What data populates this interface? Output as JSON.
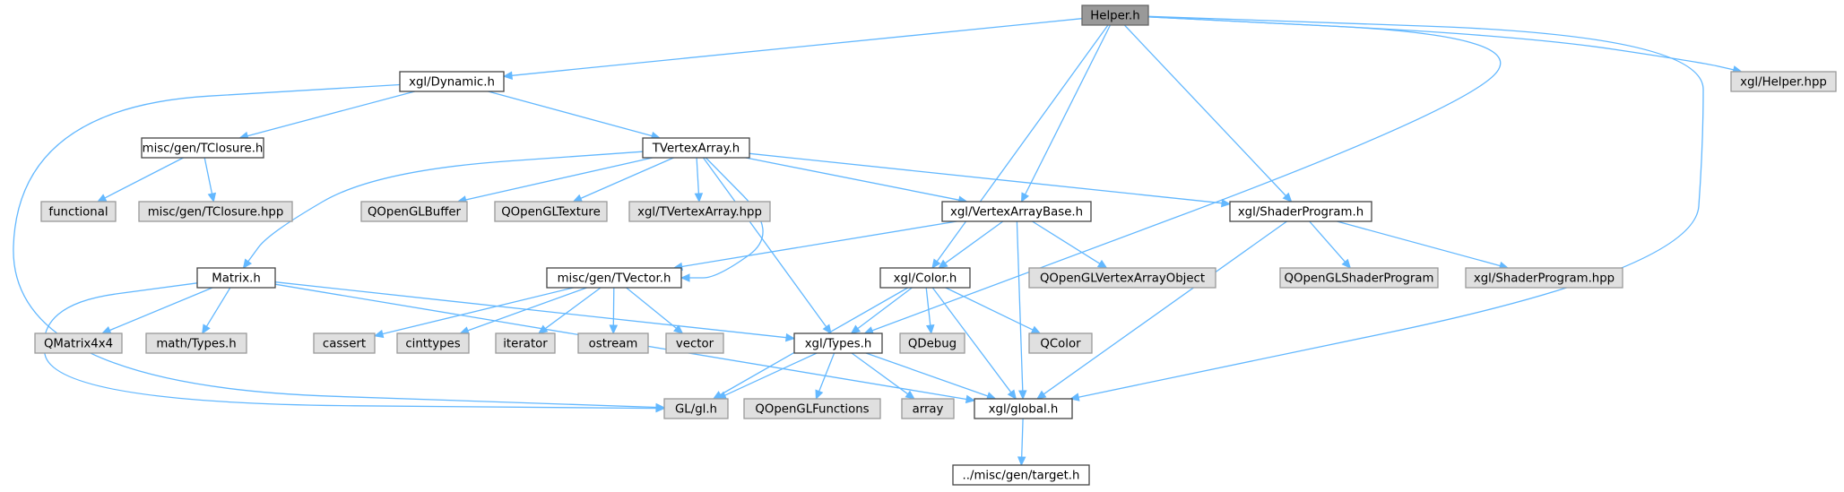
{
  "graph": {
    "accent_color": "#63b8ff",
    "root_fill": "#999999",
    "internal_fill": "#ffffff",
    "external_fill": "#e0e0e0",
    "nodes": [
      {
        "id": "helper",
        "label": "Helper.h",
        "kind": "root"
      },
      {
        "id": "dynamic",
        "label": "xgl/Dynamic.h",
        "kind": "internal"
      },
      {
        "id": "helperhpp",
        "label": "xgl/Helper.hpp",
        "kind": "external"
      },
      {
        "id": "tclosure",
        "label": "misc/gen/TClosure.h",
        "kind": "internal"
      },
      {
        "id": "tvertexarray",
        "label": "TVertexArray.h",
        "kind": "internal"
      },
      {
        "id": "functional",
        "label": "functional",
        "kind": "external"
      },
      {
        "id": "tclosurehpp",
        "label": "misc/gen/TClosure.hpp",
        "kind": "external"
      },
      {
        "id": "qoglbuffer",
        "label": "QOpenGLBuffer",
        "kind": "external"
      },
      {
        "id": "qogltexture",
        "label": "QOpenGLTexture",
        "kind": "external"
      },
      {
        "id": "tvertexarrayhpp",
        "label": "xgl/TVertexArray.hpp",
        "kind": "external"
      },
      {
        "id": "vertexarraybase",
        "label": "xgl/VertexArrayBase.h",
        "kind": "internal"
      },
      {
        "id": "shaderprogram",
        "label": "xgl/ShaderProgram.h",
        "kind": "internal"
      },
      {
        "id": "matrix",
        "label": "Matrix.h",
        "kind": "internal"
      },
      {
        "id": "tvector",
        "label": "misc/gen/TVector.h",
        "kind": "internal"
      },
      {
        "id": "color",
        "label": "xgl/Color.h",
        "kind": "internal"
      },
      {
        "id": "qoglvao",
        "label": "QOpenGLVertexArrayObject",
        "kind": "external"
      },
      {
        "id": "qoglshaderprogram",
        "label": "QOpenGLShaderProgram",
        "kind": "external"
      },
      {
        "id": "shaderprogramhpp",
        "label": "xgl/ShaderProgram.hpp",
        "kind": "external"
      },
      {
        "id": "qmatrix4x4",
        "label": "QMatrix4x4",
        "kind": "external"
      },
      {
        "id": "mathtypes",
        "label": "math/Types.h",
        "kind": "external"
      },
      {
        "id": "cassert",
        "label": "cassert",
        "kind": "external"
      },
      {
        "id": "cinttypes",
        "label": "cinttypes",
        "kind": "external"
      },
      {
        "id": "iterator",
        "label": "iterator",
        "kind": "external"
      },
      {
        "id": "ostream",
        "label": "ostream",
        "kind": "external"
      },
      {
        "id": "vector",
        "label": "vector",
        "kind": "external"
      },
      {
        "id": "types",
        "label": "xgl/Types.h",
        "kind": "internal"
      },
      {
        "id": "qdebug",
        "label": "QDebug",
        "kind": "external"
      },
      {
        "id": "qcolor",
        "label": "QColor",
        "kind": "external"
      },
      {
        "id": "glh",
        "label": "GL/gl.h",
        "kind": "external"
      },
      {
        "id": "qoglfunctions",
        "label": "QOpenGLFunctions",
        "kind": "external"
      },
      {
        "id": "array",
        "label": "array",
        "kind": "external"
      },
      {
        "id": "global",
        "label": "xgl/global.h",
        "kind": "internal"
      },
      {
        "id": "target",
        "label": "../misc/gen/target.h",
        "kind": "internal"
      }
    ],
    "edges": [
      [
        "helper",
        "dynamic"
      ],
      [
        "helper",
        "helperhpp"
      ],
      [
        "helper",
        "vertexarraybase"
      ],
      [
        "helper",
        "shaderprogram"
      ],
      [
        "helper",
        "color"
      ],
      [
        "helper",
        "global"
      ],
      [
        "helper",
        "types"
      ],
      [
        "dynamic",
        "tclosure"
      ],
      [
        "dynamic",
        "tvertexarray"
      ],
      [
        "dynamic",
        "glh"
      ],
      [
        "tclosure",
        "functional"
      ],
      [
        "tclosure",
        "tclosurehpp"
      ],
      [
        "tvertexarray",
        "qoglbuffer"
      ],
      [
        "tvertexarray",
        "qogltexture"
      ],
      [
        "tvertexarray",
        "tvertexarrayhpp"
      ],
      [
        "tvertexarray",
        "vertexarraybase"
      ],
      [
        "tvertexarray",
        "shaderprogram"
      ],
      [
        "tvertexarray",
        "matrix"
      ],
      [
        "tvertexarray",
        "tvector"
      ],
      [
        "tvertexarray",
        "types"
      ],
      [
        "vertexarraybase",
        "tvector"
      ],
      [
        "vertexarraybase",
        "color"
      ],
      [
        "vertexarraybase",
        "qoglvao"
      ],
      [
        "vertexarraybase",
        "global"
      ],
      [
        "shaderprogram",
        "qoglshaderprogram"
      ],
      [
        "shaderprogram",
        "shaderprogramhpp"
      ],
      [
        "shaderprogram",
        "global"
      ],
      [
        "matrix",
        "qmatrix4x4"
      ],
      [
        "matrix",
        "mathtypes"
      ],
      [
        "matrix",
        "types"
      ],
      [
        "matrix",
        "glh"
      ],
      [
        "matrix",
        "global"
      ],
      [
        "tvector",
        "cassert"
      ],
      [
        "tvector",
        "cinttypes"
      ],
      [
        "tvector",
        "iterator"
      ],
      [
        "tvector",
        "ostream"
      ],
      [
        "tvector",
        "vector"
      ],
      [
        "color",
        "types"
      ],
      [
        "color",
        "qdebug"
      ],
      [
        "color",
        "qcolor"
      ],
      [
        "color",
        "glh"
      ],
      [
        "color",
        "global"
      ],
      [
        "types",
        "glh"
      ],
      [
        "types",
        "qoglfunctions"
      ],
      [
        "types",
        "array"
      ],
      [
        "types",
        "global"
      ],
      [
        "global",
        "target"
      ]
    ]
  }
}
